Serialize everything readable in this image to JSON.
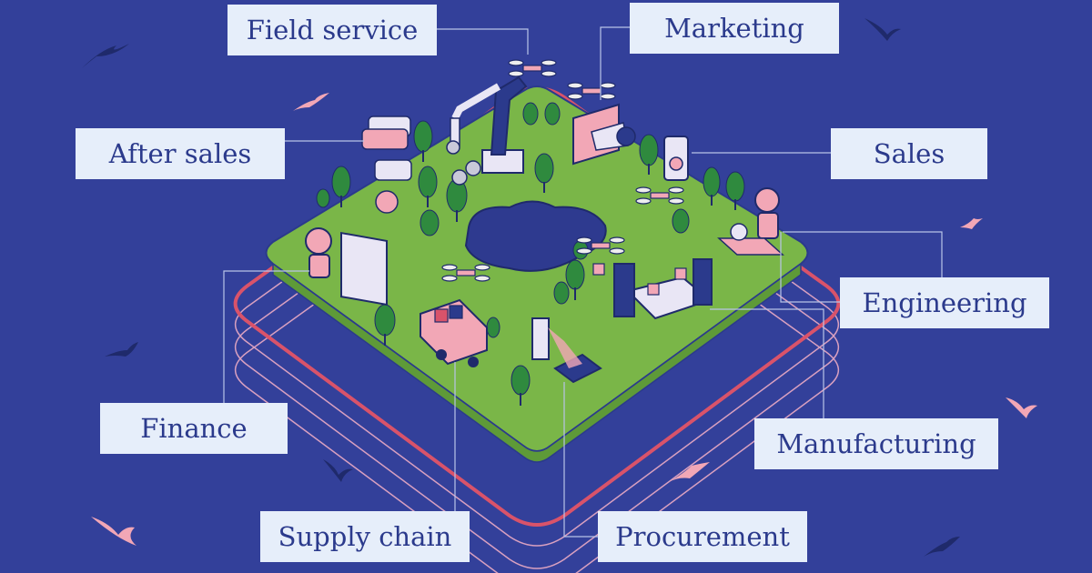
{
  "labels": {
    "field_service": "Field service",
    "marketing": "Marketing",
    "after_sales": "After sales",
    "sales": "Sales",
    "engineering": "Engineering",
    "finance": "Finance",
    "manufacturing": "Manufacturing",
    "supply_chain": "Supply chain",
    "procurement": "Procurement"
  },
  "colors": {
    "background": "#33409a",
    "label_bg": "#e6eefa",
    "label_text": "#2b3a8c",
    "grass": "#7ab648",
    "outline_red": "#d9536a",
    "bird_pink": "#f2a7b6",
    "bird_dark": "#1f2a6b"
  }
}
